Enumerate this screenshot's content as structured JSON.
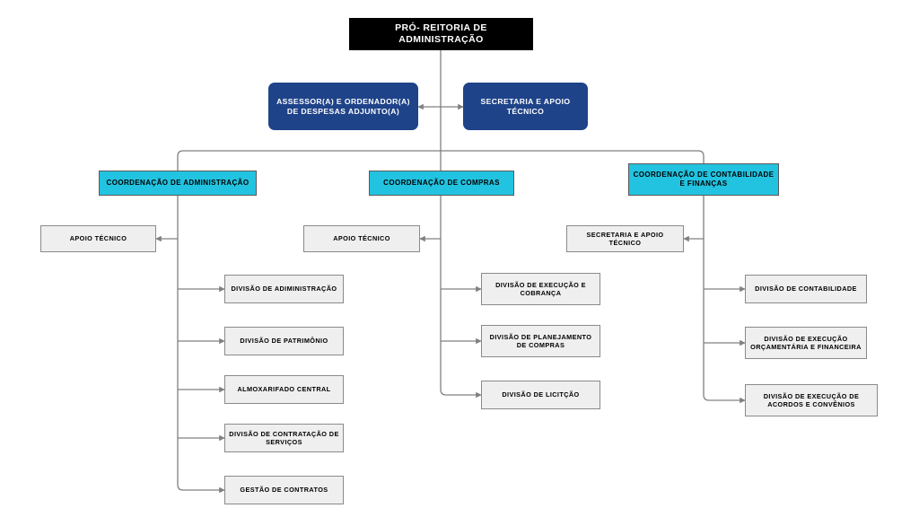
{
  "chart_title": "PRÓ- REITORIA DE ADMINISTRAÇÃO",
  "colors": {
    "root_bg": "#000000",
    "root_text": "#ffffff",
    "blue_bg": "#1f4389",
    "blue_text": "#ffffff",
    "cyan_bg": "#22c3e0",
    "cyan_text": "#000000",
    "gray_bg": "#efefef",
    "gray_text": "#000000",
    "connector": "#808080",
    "page_bg": "#ffffff"
  },
  "root": {
    "label": "PRÓ- REITORIA DE ADMINISTRAÇÃO"
  },
  "staff": [
    {
      "label": "ASSESSOR(A) E ORDENADOR(A) DE DESPESAS ADJUNTO(A)"
    },
    {
      "label": "SECRETARIA E APOIO TÉCNICO"
    }
  ],
  "columns": [
    {
      "coordination": "COORDENAÇÃO DE ADMINISTRAÇÃO",
      "support": "APOIO TÉCNICO",
      "divisions": [
        "DIVISÃO DE ADIMINISTRAÇÃO",
        "DIVISÃO DE PATRIMÔNIO",
        "ALMOXARIFADO CENTRAL",
        "DIVISÃO DE CONTRATAÇÃO DE SERVIÇOS",
        "GESTÃO DE CONTRATOS"
      ]
    },
    {
      "coordination": "COORDENAÇÃO DE COMPRAS",
      "support": "APOIO TÉCNICO",
      "divisions": [
        "DIVISÃO DE EXECUÇÃO E COBRANÇA",
        "DIVISÃO DE PLANEJAMENTO DE COMPRAS",
        "DIVISÃO DE LICITÇÃO"
      ]
    },
    {
      "coordination": "COORDENAÇÃO DE CONTABILIDADE E FINANÇAS",
      "support": "SECRETARIA E APOIO TÉCNICO",
      "divisions": [
        "DIVISÃO DE CONTABILIDADE",
        "DIVISÃO DE EXECUÇÃO ORÇAMENTÁRIA E FINANCEIRA",
        "DIVISÃO DE EXECUÇÃO DE ACORDOS E CONVÊNIOS"
      ]
    }
  ]
}
